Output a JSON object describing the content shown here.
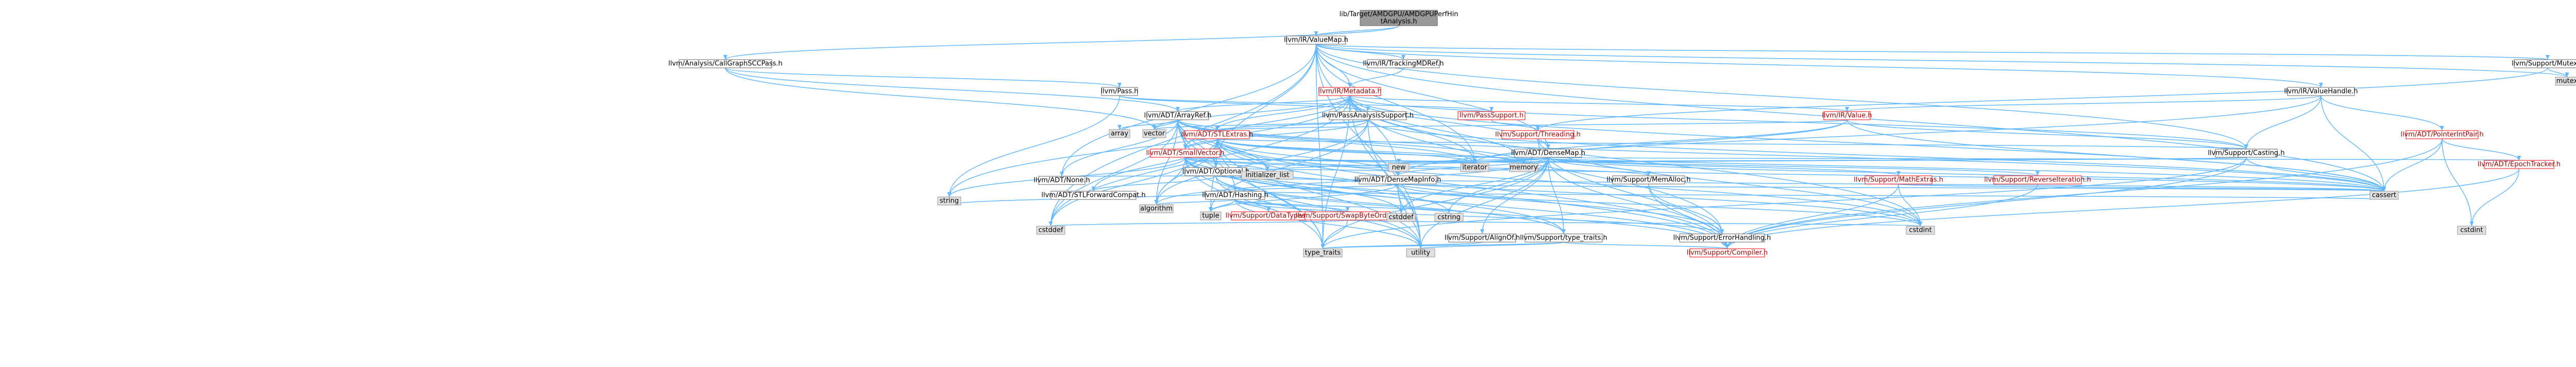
{
  "colors": {
    "edge": "#63b8ff",
    "root_fill": "#999999",
    "node_border": "#666666",
    "red_border": "#ff0000",
    "system_fill": "#e0e0e0"
  },
  "nodes": [
    {
      "id": "root",
      "label": "lib/Target/AMDGPU/AMDGPUPerfHintAnalysis.h",
      "style": "root"
    },
    {
      "id": "valuemap",
      "label": "llvm/IR/ValueMap.h",
      "style": "normal"
    },
    {
      "id": "cgscc",
      "label": "llvm/Analysis/CallGraphSCCPass.h",
      "style": "normal"
    },
    {
      "id": "trackingmd",
      "label": "llvm/IR/TrackingMDRef.h",
      "style": "normal"
    },
    {
      "id": "mutex",
      "label": "llvm/Support/Mutex.h",
      "style": "normal"
    },
    {
      "id": "mutexsys",
      "label": "mutex",
      "style": "sys"
    },
    {
      "id": "pass",
      "label": "llvm/Pass.h",
      "style": "normal"
    },
    {
      "id": "metadata",
      "label": "llvm/IR/Metadata.h",
      "style": "red"
    },
    {
      "id": "valuehandle",
      "label": "llvm/IR/ValueHandle.h",
      "style": "normal"
    },
    {
      "id": "passanalysis",
      "label": "llvm/PassAnalysisSupport.h",
      "style": "normal"
    },
    {
      "id": "arrayref",
      "label": "llvm/ADT/ArrayRef.h",
      "style": "normal"
    },
    {
      "id": "passsupport",
      "label": "llvm/PassSupport.h",
      "style": "red"
    },
    {
      "id": "irvalue",
      "label": "llvm/IR/Value.h",
      "style": "red"
    },
    {
      "id": "pointerintpair",
      "label": "llvm/ADT/PointerIntPair.h",
      "style": "red"
    },
    {
      "id": "array",
      "label": "array",
      "style": "sys"
    },
    {
      "id": "vector",
      "label": "vector",
      "style": "sys"
    },
    {
      "id": "stlextras",
      "label": "llvm/ADT/STLExtras.h",
      "style": "red"
    },
    {
      "id": "threading",
      "label": "llvm/Support/Threading.h",
      "style": "red"
    },
    {
      "id": "casting",
      "label": "llvm/Support/Casting.h",
      "style": "normal"
    },
    {
      "id": "epochtracker",
      "label": "llvm/ADT/EpochTracker.h",
      "style": "red"
    },
    {
      "id": "smallvector",
      "label": "llvm/ADT/SmallVector.h",
      "style": "red"
    },
    {
      "id": "densemap",
      "label": "llvm/ADT/DenseMap.h",
      "style": "normal"
    },
    {
      "id": "optional",
      "label": "llvm/ADT/Optional.h",
      "style": "normal"
    },
    {
      "id": "none",
      "label": "llvm/ADT/None.h",
      "style": "normal"
    },
    {
      "id": "stlforward",
      "label": "llvm/ADT/STLForwardCompat.h",
      "style": "normal"
    },
    {
      "id": "hashing",
      "label": "llvm/ADT/Hashing.h",
      "style": "normal"
    },
    {
      "id": "initlist",
      "label": "initializer_list",
      "style": "sys"
    },
    {
      "id": "new",
      "label": "new",
      "style": "sys"
    },
    {
      "id": "iterator",
      "label": "iterator",
      "style": "sys"
    },
    {
      "id": "memory",
      "label": "memory",
      "style": "sys"
    },
    {
      "id": "densemapinfo",
      "label": "llvm/ADT/DenseMapInfo.h",
      "style": "normal"
    },
    {
      "id": "memalloc",
      "label": "llvm/Support/MemAlloc.h",
      "style": "normal"
    },
    {
      "id": "mathextras",
      "label": "llvm/Support/MathExtras.h",
      "style": "red"
    },
    {
      "id": "reverseiter",
      "label": "llvm/Support/ReverseIteration.h",
      "style": "red"
    },
    {
      "id": "cassert",
      "label": "cassert",
      "style": "sys"
    },
    {
      "id": "string",
      "label": "string",
      "style": "sys"
    },
    {
      "id": "algorithm",
      "label": "algorithm",
      "style": "sys"
    },
    {
      "id": "tuple",
      "label": "tuple",
      "style": "sys"
    },
    {
      "id": "datatypes",
      "label": "llvm/Support/DataTypes.h",
      "style": "red"
    },
    {
      "id": "swapbyteorder",
      "label": "llvm/Support/SwapByteOrder.h",
      "style": "red"
    },
    {
      "id": "cstddef",
      "label": "cstddef",
      "style": "sys"
    },
    {
      "id": "cstddef2",
      "label": "cstddef",
      "style": "sys"
    },
    {
      "id": "cstring",
      "label": "cstring",
      "style": "sys"
    },
    {
      "id": "aligntt",
      "label": "llvm/Support/AlignOf.h",
      "style": "normal"
    },
    {
      "id": "typetraits",
      "label": "llvm/Support/type_traits.h",
      "style": "normal"
    },
    {
      "id": "errorhandling",
      "label": "llvm/Support/ErrorHandling.h",
      "style": "normal"
    },
    {
      "id": "cstdint",
      "label": "cstdint",
      "style": "sys"
    },
    {
      "id": "cstdint2",
      "label": "cstdint",
      "style": "sys"
    },
    {
      "id": "typetraitsys",
      "label": "type_traits",
      "style": "sys"
    },
    {
      "id": "utility",
      "label": "utility",
      "style": "sys"
    },
    {
      "id": "compiler",
      "label": "llvm/Support/Compiler.h",
      "style": "red"
    }
  ]
}
